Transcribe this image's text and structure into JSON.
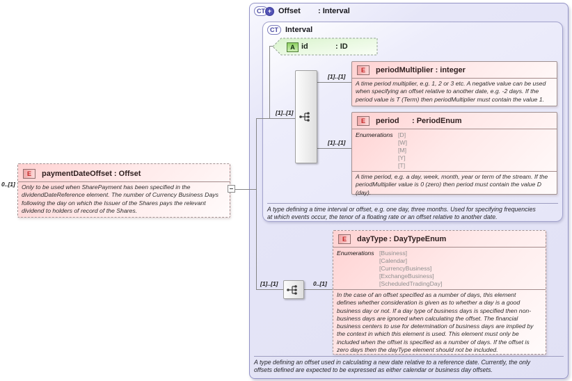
{
  "labels": {
    "enumerations": "Enumerations"
  },
  "cardinalities": {
    "payment": "0..[1]",
    "interval_sequence": "[1]..[1]",
    "period_multiplier": "[1]..[1]",
    "period": "[1]..[1]",
    "extension_sequence": "[1]..[1]",
    "day_type": "0..[1]"
  },
  "payment_date_offset": {
    "badge": "E",
    "name": "paymentDateOffset",
    "type": ": Offset",
    "annotation": "Only to be used when SharePayment has been specified in the\ndividendDateReference element. The number of Currency Business Days\nfollowing the day on which the Issuer of the Shares pays the relevant\ndividend to holders of record of the Shares."
  },
  "offset": {
    "badge": "CT",
    "badge_plus": "+",
    "name": "Offset",
    "type": ": Interval",
    "annotation": "A type defining an offset used in calculating a new date relative to a reference date. Currently, the only\noffsets defined are expected to be expressed as either calendar or business day offsets."
  },
  "interval": {
    "badge": "CT",
    "name": "Interval",
    "annotation": "A type defining a time interval or offset, e.g. one day, three months. Used for specifying frequencies\nat which events occur, the tenor of a floating rate or an offset relative to another date."
  },
  "id_attribute": {
    "badge": "A",
    "name": "id",
    "type": ": ID"
  },
  "period_multiplier": {
    "badge": "E",
    "name": "periodMultiplier",
    "type": ": integer",
    "annotation": "A time period multiplier, e.g. 1, 2 or 3 etc. A negative value can be used\nwhen specifying an offset relative to another date, e.g. -2 days. If the\nperiod value is T (Term) then periodMultiplier must contain the value 1."
  },
  "period": {
    "badge": "E",
    "name": "period",
    "type": ": PeriodEnum",
    "enumerations": [
      "[D]",
      "[W]",
      "[M]",
      "[Y]",
      "[T]"
    ],
    "annotation": "A time period, e.g. a day, week, month, year or term of the stream. If the\nperiodMultiplier value is 0 (zero) then period must contain the value D\n(day)."
  },
  "day_type": {
    "badge": "E",
    "name": "dayType",
    "type": ": DayTypeEnum",
    "enumerations": [
      "[Business]",
      "[Calendar]",
      "[CurrencyBusiness]",
      "[ExchangeBusiness]",
      "[ScheduledTradingDay]"
    ],
    "annotation": "In the case of an offset specified as a number of days, this element\ndefines whether consideration is given as to whether a day is a good\nbusiness day or not. If a day type of business days is specified then non-\nbusiness days are ignored when calculating the offset. The financial\nbusiness centers to use for determination of business days are implied by\nthe context in which this element is used. This element must only be\nincluded when the offset is specified as a number of days. If the offset is\nzero days then the dayType element should not be included."
  },
  "colors": {
    "element_fill": "#ffd2d2",
    "attribute_fill": "#cdeec0",
    "container_fill": "#e6e6f8",
    "container_border": "#9393c6",
    "line": "#848484"
  }
}
